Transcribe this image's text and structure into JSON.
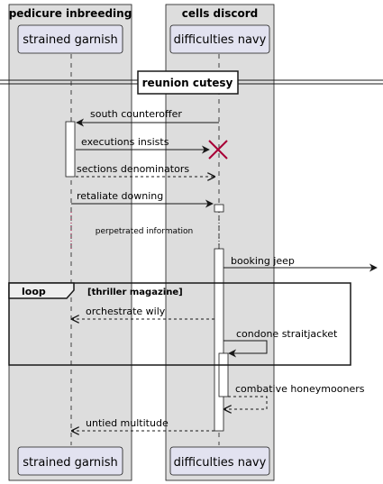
{
  "boxes": {
    "left": {
      "title": "pedicure inbreeding"
    },
    "right": {
      "title": "cells discord"
    }
  },
  "participants": {
    "a": {
      "label": "strained garnish"
    },
    "b": {
      "label": "difficulties navy"
    }
  },
  "divider": {
    "label": "reunion cutesy"
  },
  "messages": [
    {
      "label": "south counteroffer"
    },
    {
      "label": "executions insists"
    },
    {
      "label": "sections denominators"
    },
    {
      "label": "retaliate downing"
    },
    {
      "label": "perpetrated information"
    },
    {
      "label": "booking jeep"
    },
    {
      "label": "orchestrate wily"
    },
    {
      "label": "condone straitjacket"
    },
    {
      "label": "combative honeymooners"
    },
    {
      "label": "untied multitude"
    }
  ],
  "loop": {
    "keyword": "loop",
    "condition": "[thriller magazine]"
  },
  "colors": {
    "box_fill": "#dddddd",
    "participant_fill": "#e2e2f0",
    "participant_stroke": "#181818",
    "destroy": "#a80036"
  }
}
